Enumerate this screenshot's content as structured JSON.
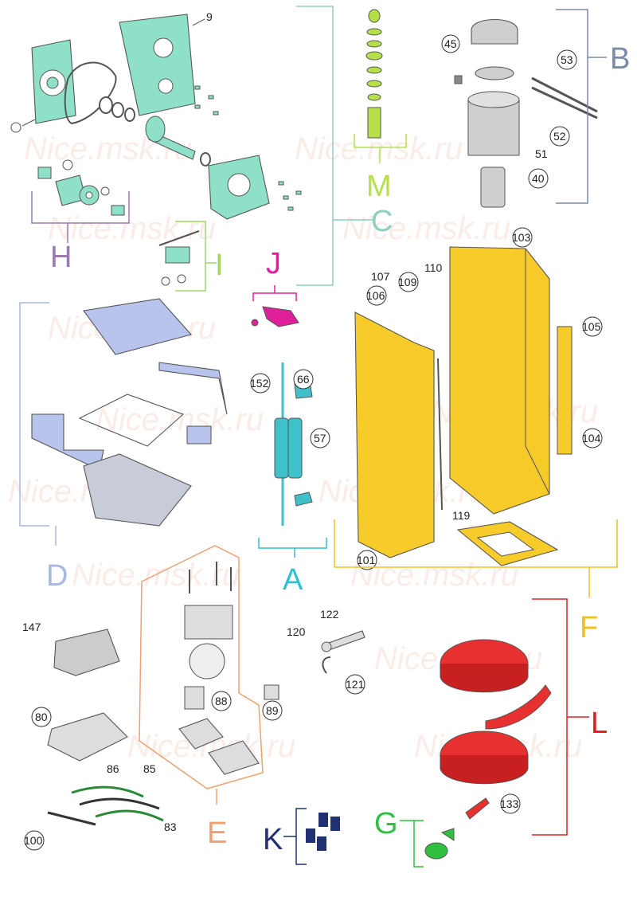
{
  "watermark": "Nice.msk.ru",
  "colors": {
    "C": "#8fcfbf",
    "M": "#b5e04a",
    "B": "#7a8aa8",
    "H": "#9a7ab0",
    "I": "#9fd56a",
    "J": "#e0209a",
    "D": "#a9b8e0",
    "A": "#30c0d0",
    "F": "#f0c020",
    "E": "#f0a070",
    "L": "#e02020",
    "K": "#203070",
    "G": "#30c040",
    "mint": "#8fe0c8",
    "yellow": "#f7cb2a",
    "red": "#e83030",
    "lilac": "#b8c4ec",
    "teal": "#40c0c8",
    "grey": "#c8c8c8"
  },
  "groups": {
    "C": "C",
    "M": "M",
    "B": "B",
    "H": "H",
    "I": "I",
    "J": "J",
    "D": "D",
    "A": "A",
    "F": "F",
    "E": "E",
    "L": "L",
    "K": "K",
    "G": "G"
  },
  "labels": {
    "p9": "9",
    "p45": "45",
    "p53": "53",
    "p52": "52",
    "p51": "51",
    "p40": "40",
    "p103": "103",
    "p107": "107",
    "p109": "109",
    "p110": "110",
    "p106": "106",
    "p105": "105",
    "p104": "104",
    "p119": "119",
    "p101": "101",
    "p152": "152",
    "p66": "66",
    "p57": "57",
    "p147": "147",
    "p80": "80",
    "p86": "86",
    "p85": "85",
    "p83": "83",
    "p100": "100",
    "p88": "88",
    "p89": "89",
    "p122": "122",
    "p120": "120",
    "p121": "121",
    "p133": "133"
  }
}
